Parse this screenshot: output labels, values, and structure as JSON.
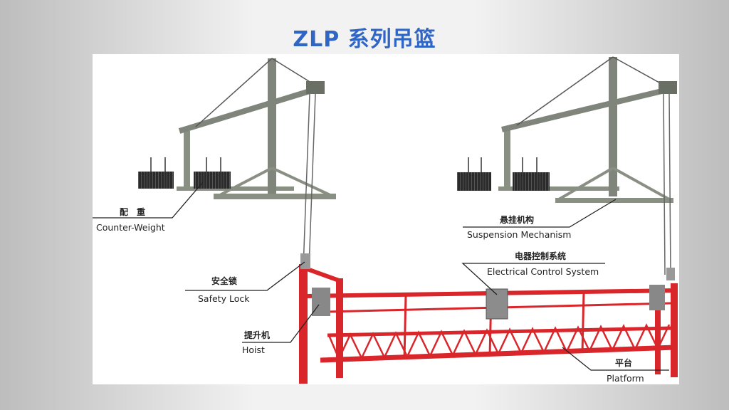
{
  "title": "ZLP 系列吊篮",
  "labels": {
    "counter_weight": {
      "cn": "配　重",
      "en": "Counter-Weight"
    },
    "safety_lock": {
      "cn": "安全锁",
      "en": "Safety Lock"
    },
    "hoist": {
      "cn": "提升机",
      "en": "Hoist"
    },
    "suspension_mechanism": {
      "cn": "悬挂机构",
      "en": "Suspension Mechanism"
    },
    "electrical_control_system": {
      "cn": "电器控制系统",
      "en": "Electrical Control System"
    },
    "platform": {
      "cn": "平台",
      "en": "Platform"
    }
  },
  "colors": {
    "title": "#2f66c5",
    "platform": "#d9262b",
    "steel": "#8a8f84",
    "weights": "#2b2b2b"
  }
}
